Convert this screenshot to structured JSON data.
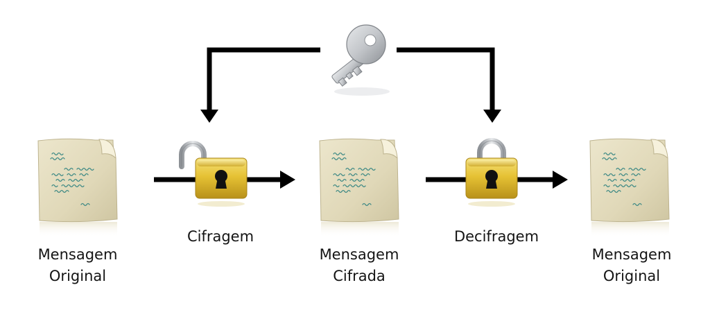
{
  "documents": [
    {
      "line1": "Mensagem",
      "line2": "Original"
    },
    {
      "line1": "Mensagem",
      "line2": "Cifrada"
    },
    {
      "line1": "Mensagem",
      "line2": "Original"
    }
  ],
  "operations": [
    {
      "label": "Cifragem",
      "lock_state": "open"
    },
    {
      "label": "Decifragem",
      "lock_state": "closed"
    }
  ],
  "icons": {
    "key": "key-icon",
    "document": "document-icon",
    "padlock": "padlock-icon"
  },
  "colors": {
    "arrow": "#000000",
    "lock_gold": "#e8c63a",
    "shackle_silver": "#b9bcc0",
    "paper": "#e3dcbf",
    "scribble": "#3f8a85"
  }
}
